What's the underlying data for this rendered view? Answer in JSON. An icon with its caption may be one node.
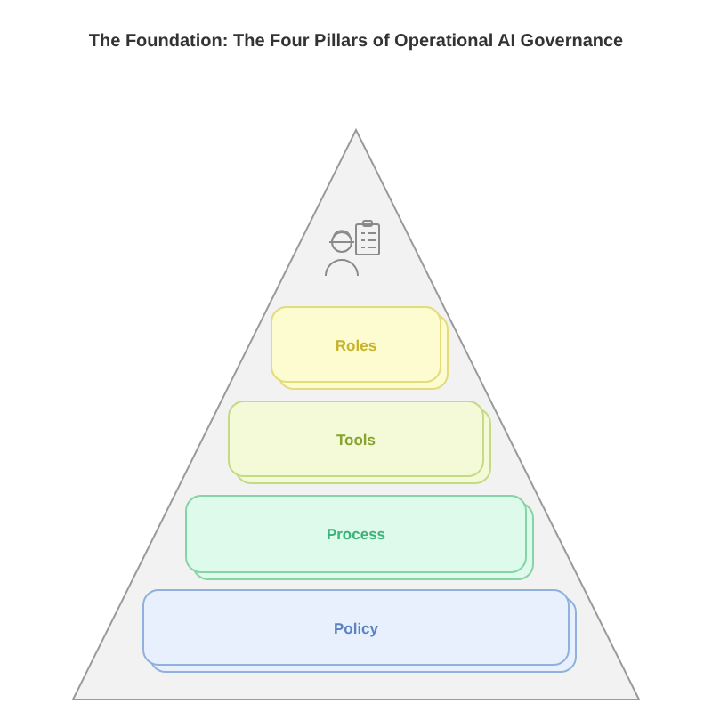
{
  "diagram": {
    "title": "The Foundation: The Four Pillars of Operational AI Governance",
    "nodes": [
      {
        "text": [],
        "shape": "triangle"
      },
      {
        "text": [
          "Roles"
        ],
        "in": 0
      },
      {
        "text": [
          "Tools"
        ],
        "in": 0
      },
      {
        "text": [
          "Process"
        ],
        "in": 0
      },
      {
        "text": [
          "Policy"
        ],
        "in": 0
      }
    ]
  }
}
